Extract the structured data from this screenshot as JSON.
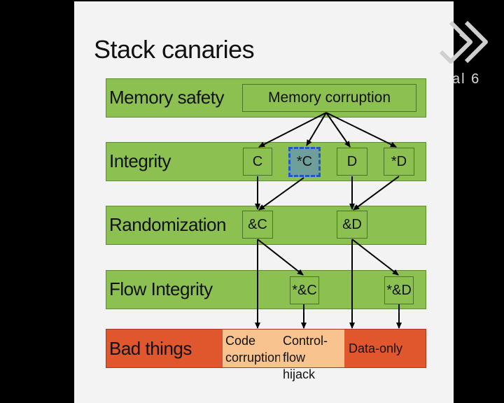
{
  "title": "Stack canaries",
  "logo": {
    "icon": "ccc-logo-icon",
    "caption": "al 6"
  },
  "bands": {
    "memory_safety": "Memory safety",
    "integrity": "Integrity",
    "randomization": "Randomization",
    "flow_integrity": "Flow Integrity",
    "bad_things": "Bad things"
  },
  "nodes": {
    "memory_corruption": "Memory corruption",
    "c": "C",
    "star_c": "*C",
    "d": "D",
    "star_d": "*D",
    "amp_c": "&C",
    "amp_d": "&D",
    "star_amp_c": "*&C",
    "star_amp_d": "*&D"
  },
  "outcomes": {
    "code_corruption": [
      "Code",
      "corruption"
    ],
    "control_flow_hijack": [
      "Control-flow",
      "hijack"
    ],
    "data_only": "Data-only"
  },
  "colors": {
    "band_green": "#8cc152",
    "band_red": "#e0572e",
    "outcome_peach": "#f9c38f",
    "highlight_dashed": "#1f57c9"
  }
}
